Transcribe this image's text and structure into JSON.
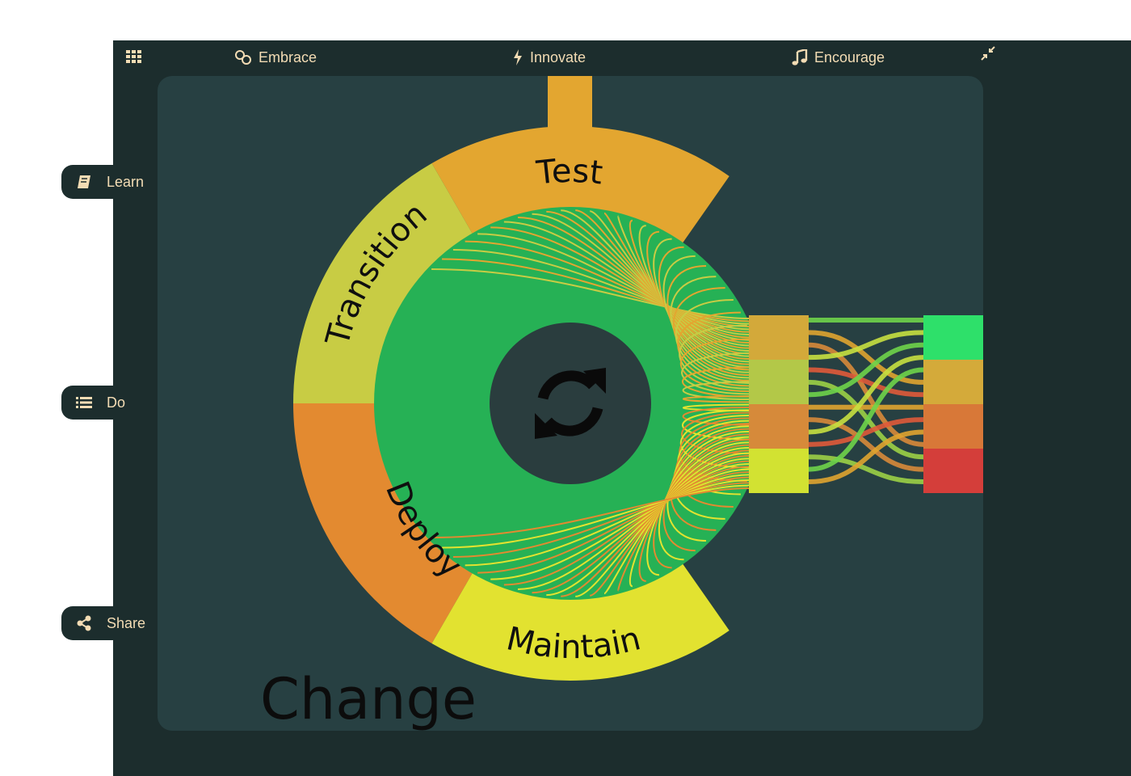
{
  "nav": {
    "top_items": [
      {
        "label": "Embrace",
        "icon": "link-icon"
      },
      {
        "label": "Innovate",
        "icon": "bolt-icon"
      },
      {
        "label": "Encourage",
        "icon": "music-note-icon"
      }
    ],
    "side_items": [
      {
        "label": "Learn",
        "icon": "book-icon"
      },
      {
        "label": "Do",
        "icon": "list-icon"
      },
      {
        "label": "Share",
        "icon": "share-icon"
      }
    ]
  },
  "diagram": {
    "title": "Change",
    "center_icon": "refresh-icon",
    "segments": [
      {
        "label": "Test",
        "color": "#e3a630"
      },
      {
        "label": "Transition",
        "color": "#c8cc44"
      },
      {
        "label": "Deploy",
        "color": "#e38a30"
      },
      {
        "label": "Maintain",
        "color": "#e2e230"
      }
    ],
    "stage_colors": [
      "#d3a93a",
      "#b3c848",
      "#d68a3a",
      "#d2e232"
    ],
    "outcome_colors": [
      "#2ee06a",
      "#d4aa3a",
      "#d87838",
      "#d43e3a"
    ],
    "inner_color": "#26b155",
    "core_color": "#2a3d3e"
  },
  "colors": {
    "background": "#1c2d2d",
    "panel": "#274042",
    "nav_text": "#f3dcb4"
  }
}
